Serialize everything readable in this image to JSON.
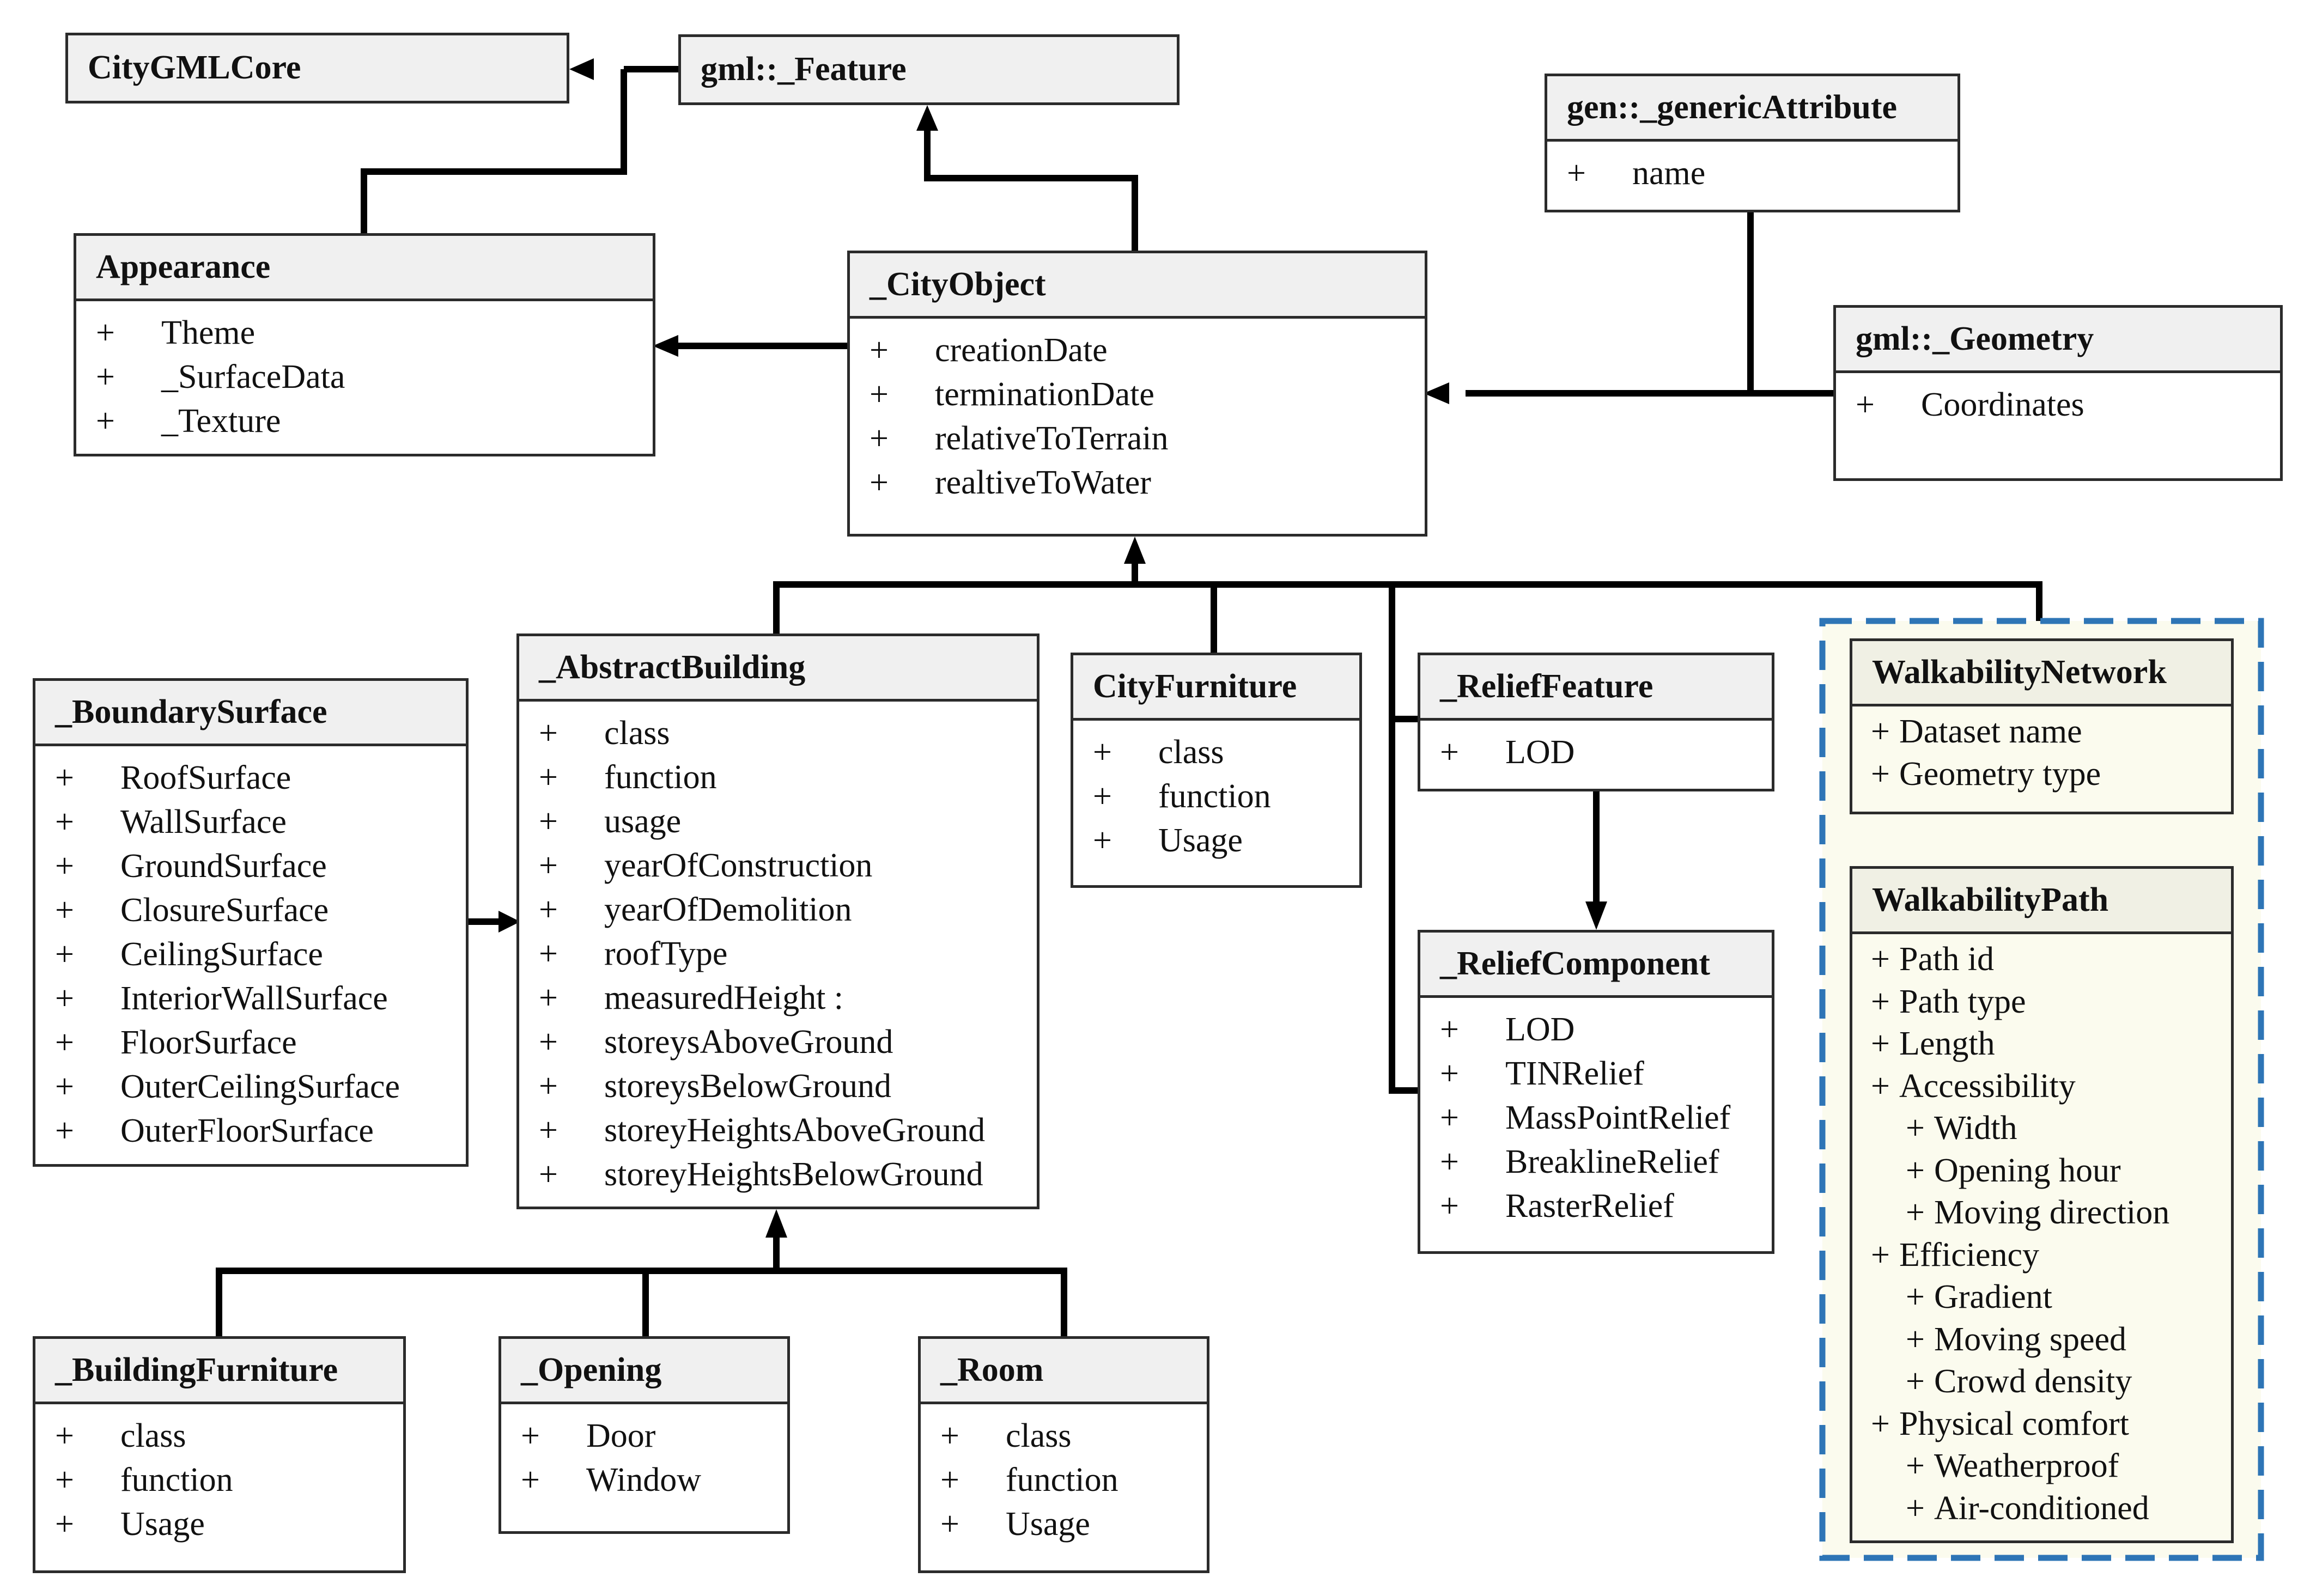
{
  "classes": {
    "citygml_core": {
      "name": "CityGMLCore"
    },
    "feature": {
      "name": "gml::_Feature"
    },
    "appearance": {
      "name": "Appearance",
      "attributes": [
        "Theme",
        "_SurfaceData",
        "_Texture"
      ]
    },
    "city_object": {
      "name": "_CityObject",
      "attributes": [
        "creationDate",
        "terminationDate",
        "relativeToTerrain",
        "realtiveToWater"
      ]
    },
    "generic_attribute": {
      "name": "gen::_genericAttribute",
      "attributes": [
        "name"
      ]
    },
    "geometry": {
      "name": "gml::_Geometry",
      "attributes": [
        "Coordinates"
      ]
    },
    "boundary_surface": {
      "name": "_BoundarySurface",
      "attributes": [
        "RoofSurface",
        "WallSurface",
        "GroundSurface",
        "ClosureSurface",
        "CeilingSurface",
        "InteriorWallSurface",
        "FloorSurface",
        "OuterCeilingSurface",
        "OuterFloorSurface"
      ]
    },
    "abstract_building": {
      "name": "_AbstractBuilding",
      "attributes": [
        "class",
        "function",
        "usage",
        "yearOfConstruction",
        "yearOfDemolition",
        "roofType",
        "measuredHeight :",
        "storeysAboveGround",
        "storeysBelowGround",
        "storeyHeightsAboveGround",
        "storeyHeightsBelowGround"
      ]
    },
    "city_furniture": {
      "name": "CityFurniture",
      "attributes": [
        "class",
        "function",
        "Usage"
      ]
    },
    "relief_feature": {
      "name": "_ReliefFeature",
      "attributes": [
        "LOD"
      ]
    },
    "relief_component": {
      "name": "_ReliefComponent",
      "attributes": [
        "LOD",
        "TINRelief",
        "MassPointRelief",
        "BreaklineRelief",
        "RasterRelief"
      ]
    },
    "walkability_network": {
      "name": "WalkabilityNetwork",
      "attributes": [
        "Dataset name",
        "Geometry type"
      ]
    },
    "walkability_path": {
      "name": "WalkabilityPath",
      "attributes": [
        "Path id",
        "Path type",
        "Length",
        "Accessibility",
        "Width",
        "Opening hour",
        "Moving direction",
        "Efficiency",
        "Gradient",
        "Moving speed",
        "Crowd density",
        "Physical comfort",
        "Weatherproof",
        "Air-conditioned"
      ]
    },
    "building_furniture": {
      "name": "_BuildingFurniture",
      "attributes": [
        "class",
        "function",
        "Usage"
      ]
    },
    "opening": {
      "name": "_Opening",
      "attributes": [
        "Door",
        "Window"
      ]
    },
    "room": {
      "name": "_Room",
      "attributes": [
        "class",
        "function",
        "Usage"
      ]
    }
  },
  "symbols": {
    "attribute_marker": "+"
  },
  "colors": {
    "line": "#000000",
    "border": "#2b2b2b",
    "header_fill": "#f0f0f0",
    "extension_fill": "#fbfbee",
    "extension_frame": "#2e75b6"
  }
}
